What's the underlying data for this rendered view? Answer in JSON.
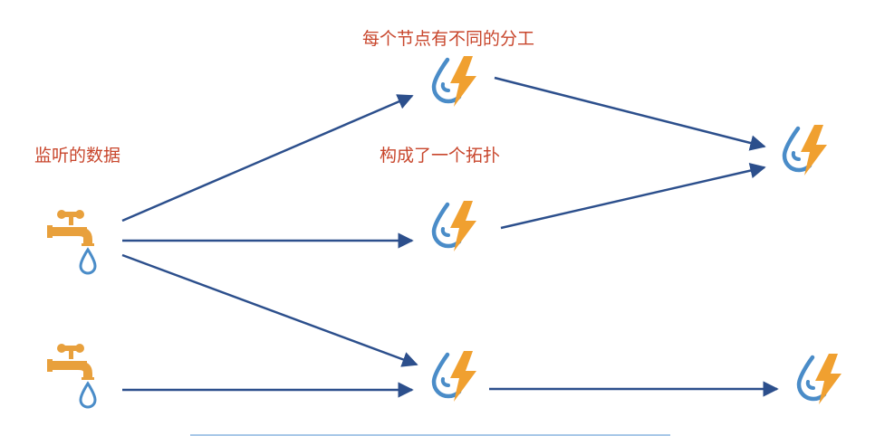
{
  "labels": {
    "source": "监听的数据",
    "topology": "构成了一个拓扑",
    "division": "每个节点有不同的分工"
  },
  "colors": {
    "label": "#c8462c",
    "arrow": "#2c4f8c",
    "faucet": "#e8a03c",
    "drop": "#4a8cc8",
    "bolt": "#f0a030",
    "bottom_line": "#a8c8e8"
  },
  "icons": {
    "source": "faucet-icon",
    "node": "water-lightning-icon"
  }
}
